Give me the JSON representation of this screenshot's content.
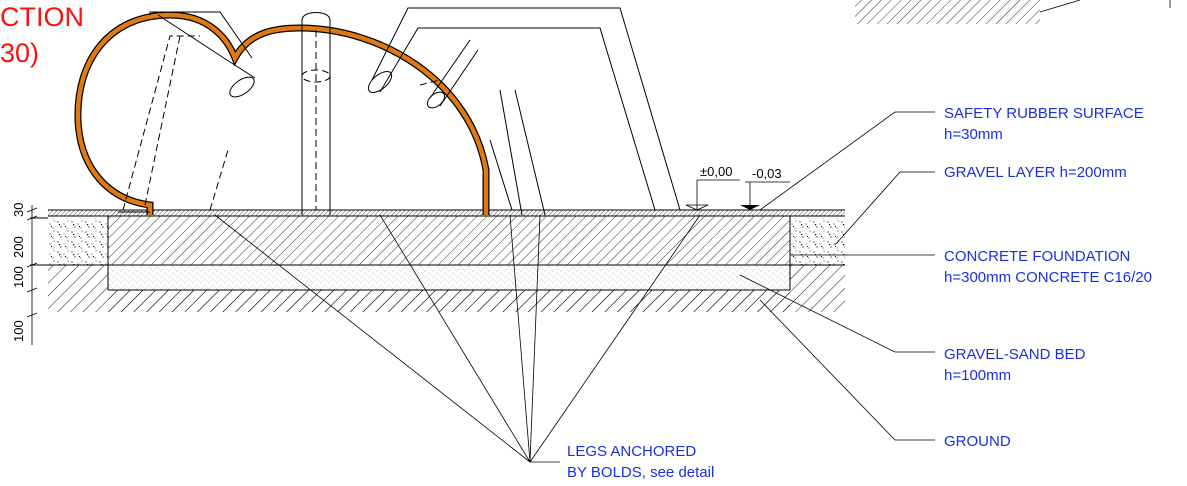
{
  "title": {
    "line1": "CTION",
    "line2": "30)"
  },
  "labels": {
    "safety_rubber": {
      "line1": "SAFETY RUBBER SURFACE",
      "line2": "h=30mm"
    },
    "gravel_layer": "GRAVEL LAYER h=200mm",
    "concrete_foundation": {
      "line1": "CONCRETE FOUNDATION",
      "line2": "h=300mm  CONCRETE C16/20"
    },
    "gravel_sand_bed": {
      "line1": "GRAVEL-SAND BED",
      "line2": "h=100mm"
    },
    "ground": "GROUND",
    "legs_anchored": {
      "line1": "LEGS ANCHORED",
      "line2": "BY BOLDS, see detail"
    }
  },
  "levels": {
    "top": "±0,00",
    "rubber": "-0,03"
  },
  "dimensions": [
    "30",
    "200",
    "100",
    "100"
  ],
  "colors": {
    "label_text": "#1a2fe0",
    "title_text": "#ff1010",
    "tube_outline": "#e07a10"
  }
}
